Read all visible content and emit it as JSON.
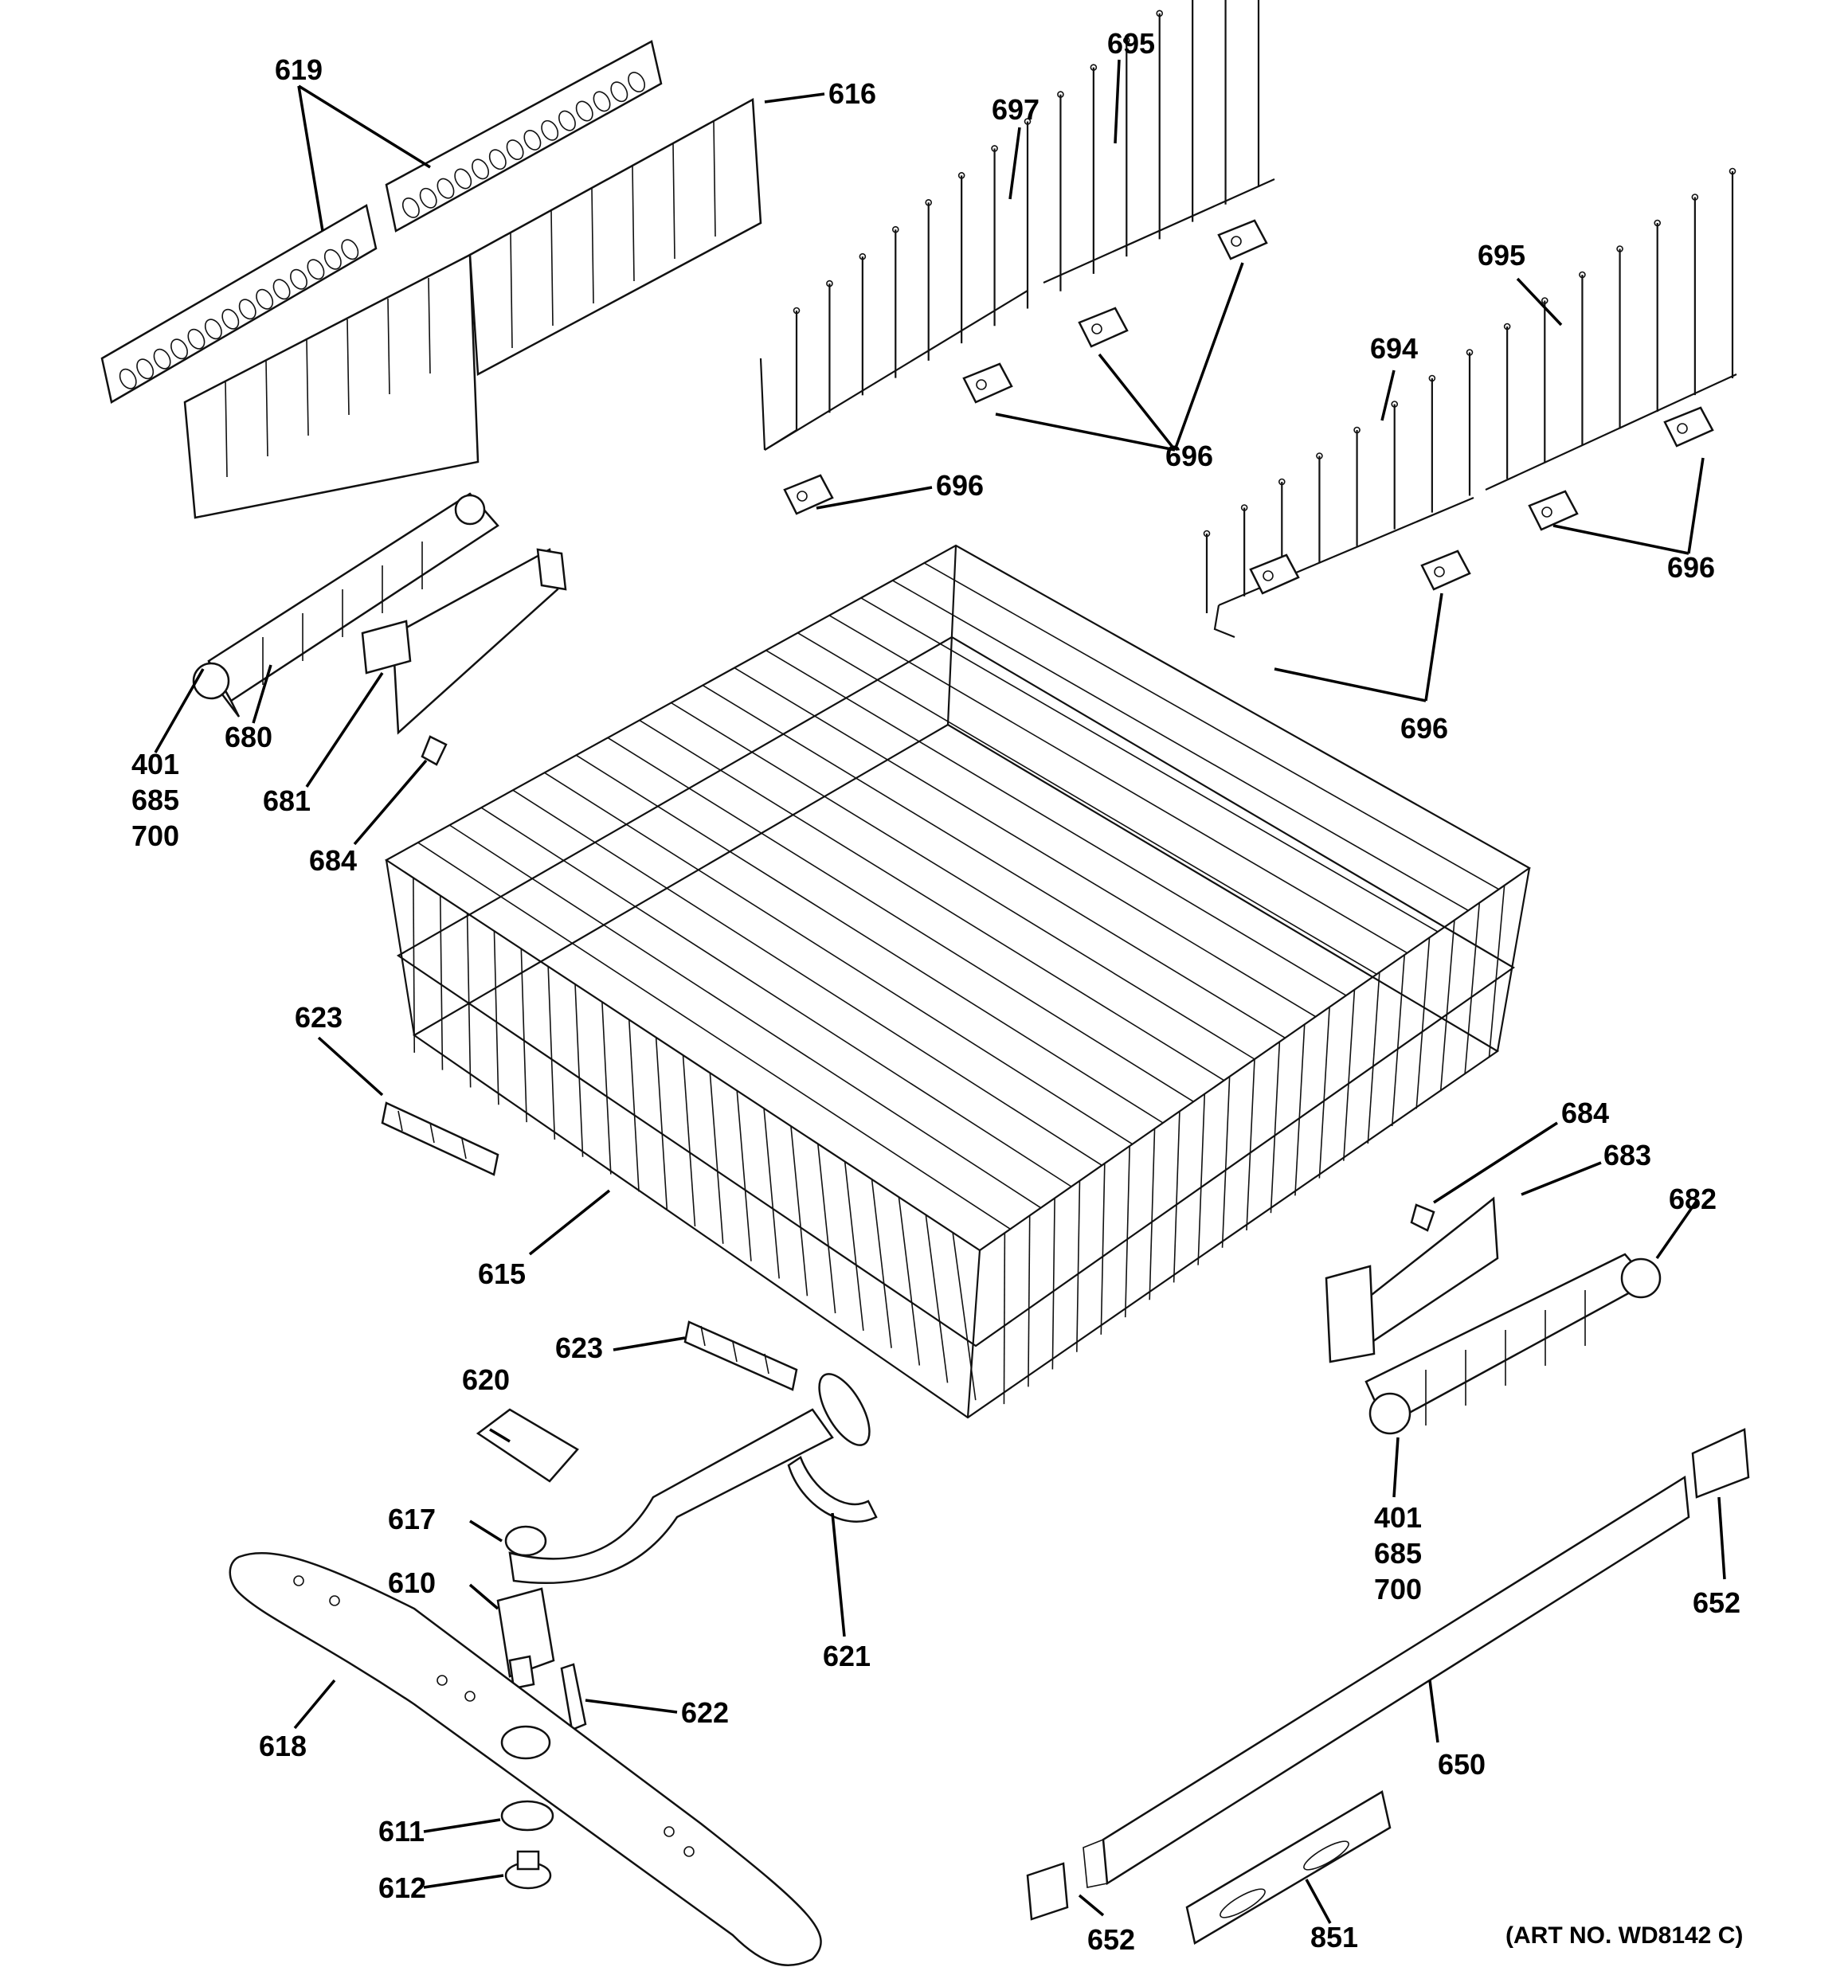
{
  "art_number": "(ART NO. WD8142 C)",
  "callouts": [
    {
      "id": "619",
      "text": "619"
    },
    {
      "id": "616",
      "text": "616"
    },
    {
      "id": "695a",
      "text": "695"
    },
    {
      "id": "697",
      "text": "697"
    },
    {
      "id": "695b",
      "text": "695"
    },
    {
      "id": "694",
      "text": "694"
    },
    {
      "id": "696a",
      "text": "696"
    },
    {
      "id": "696b",
      "text": "696"
    },
    {
      "id": "696c",
      "text": "696"
    },
    {
      "id": "696d",
      "text": "696"
    },
    {
      "id": "401a",
      "text": "401"
    },
    {
      "id": "685a",
      "text": "685"
    },
    {
      "id": "700a",
      "text": "700"
    },
    {
      "id": "680",
      "text": "680"
    },
    {
      "id": "681",
      "text": "681"
    },
    {
      "id": "684a",
      "text": "684"
    },
    {
      "id": "623a",
      "text": "623"
    },
    {
      "id": "615",
      "text": "615"
    },
    {
      "id": "684b",
      "text": "684"
    },
    {
      "id": "683",
      "text": "683"
    },
    {
      "id": "682",
      "text": "682"
    },
    {
      "id": "623b",
      "text": "623"
    },
    {
      "id": "620",
      "text": "620"
    },
    {
      "id": "617",
      "text": "617"
    },
    {
      "id": "610",
      "text": "610"
    },
    {
      "id": "621",
      "text": "621"
    },
    {
      "id": "622",
      "text": "622"
    },
    {
      "id": "618",
      "text": "618"
    },
    {
      "id": "611",
      "text": "611"
    },
    {
      "id": "612",
      "text": "612"
    },
    {
      "id": "401b",
      "text": "401"
    },
    {
      "id": "685b",
      "text": "685"
    },
    {
      "id": "700b",
      "text": "700"
    },
    {
      "id": "652a",
      "text": "652"
    },
    {
      "id": "650",
      "text": "650"
    },
    {
      "id": "652b",
      "text": "652"
    },
    {
      "id": "851",
      "text": "851"
    }
  ]
}
